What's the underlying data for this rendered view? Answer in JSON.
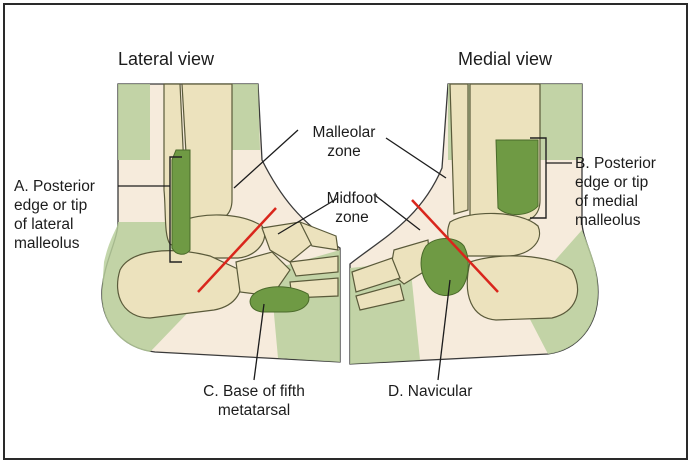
{
  "views": {
    "lateral_title": "Lateral view",
    "medial_title": "Medial view"
  },
  "labels": {
    "malleolar_zone_line1": "Malleolar",
    "malleolar_zone_line2": "zone",
    "midfoot_zone_line1": "Midfoot",
    "midfoot_zone_line2": "zone",
    "a_line1": "A. Posterior",
    "a_line2": "edge or tip",
    "a_line3": "of lateral",
    "a_line4": "malleolus",
    "b_line1": "B. Posterior",
    "b_line2": "edge or tip",
    "b_line3": "of medial",
    "b_line4": "malleolus",
    "c_line1": "C. Base of fifth",
    "c_line2": "metatarsal",
    "d_line1": "D. Navicular"
  },
  "colors": {
    "skin_fill": "#f6ebdc",
    "zone_green": "#b9cf9c",
    "bone_fill": "#ece2bd",
    "bone_stroke": "#5a5a3a",
    "highlight_green": "#6f9a44",
    "red_line": "#d9261c",
    "frame": "#2a2a2a"
  }
}
